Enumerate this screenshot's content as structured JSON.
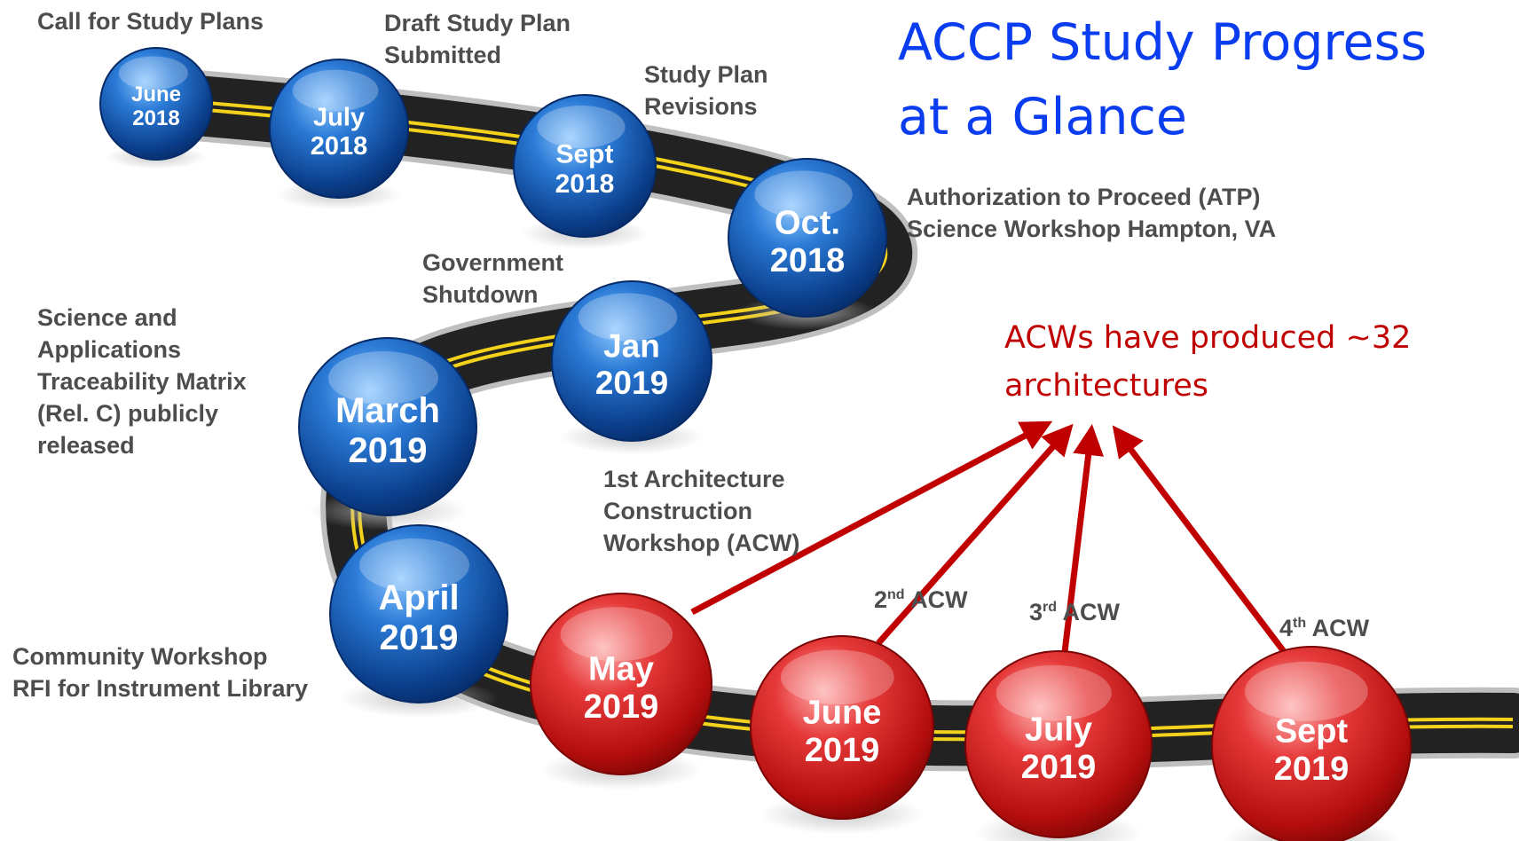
{
  "title": {
    "line1": "ACCP Study Progress",
    "line2": "at a Glance"
  },
  "note": {
    "line1": "ACWs have produced ~32",
    "line2": "architectures"
  },
  "colors": {
    "completed": "#0d56b0",
    "upcoming": "#d01818",
    "road": "#222222",
    "stripe": "#f2d21a",
    "title": "#0a3cf0",
    "note": "#c00000",
    "label": "#4d4d4d"
  },
  "milestones": [
    {
      "month": "June",
      "year": "2018",
      "status": "completed"
    },
    {
      "month": "July",
      "year": "2018",
      "status": "completed"
    },
    {
      "month": "Sept",
      "year": "2018",
      "status": "completed"
    },
    {
      "month": "Oct.",
      "year": "2018",
      "status": "completed"
    },
    {
      "month": "Jan",
      "year": "2019",
      "status": "completed"
    },
    {
      "month": "March",
      "year": "2019",
      "status": "completed"
    },
    {
      "month": "April",
      "year": "2019",
      "status": "completed"
    },
    {
      "month": "May",
      "year": "2019",
      "status": "upcoming"
    },
    {
      "month": "June",
      "year": "2019",
      "status": "upcoming"
    },
    {
      "month": "July",
      "year": "2019",
      "status": "upcoming"
    },
    {
      "month": "Sept",
      "year": "2019",
      "status": "upcoming"
    }
  ],
  "labels": {
    "call_for_plans": "Call for Study Plans",
    "draft_plan": [
      "Draft Study Plan",
      "Submitted"
    ],
    "revisions": [
      "Study Plan",
      "Revisions"
    ],
    "atp": [
      "Authorization to Proceed (ATP)",
      "Science Workshop Hampton, VA"
    ],
    "shutdown": [
      "Government",
      "Shutdown"
    ],
    "satm": [
      "Science and",
      "Applications",
      "Traceability Matrix",
      "(Rel. C) publicly",
      "released"
    ],
    "community": [
      "Community Workshop",
      "RFI for Instrument Library"
    ],
    "acw1": [
      "1st Architecture",
      "Construction",
      "Workshop (ACW)"
    ],
    "acw2": {
      "num": "2",
      "sup": "nd",
      "text": " ACW"
    },
    "acw3": {
      "num": "3",
      "sup": "rd",
      "text": " ACW"
    },
    "acw4": {
      "num": "4",
      "sup": "th",
      "text": " ACW"
    }
  }
}
